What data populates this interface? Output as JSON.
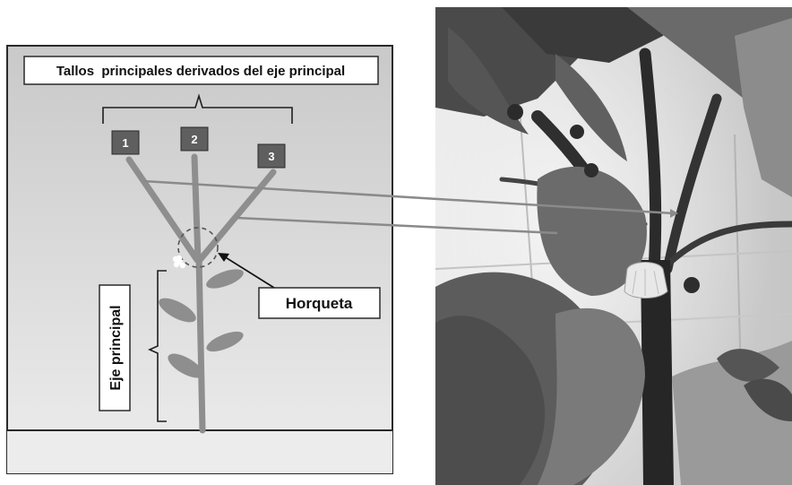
{
  "diagram": {
    "title": "Tallos  principales derivados del eje principal",
    "stem_numbers": [
      "1",
      "2",
      "3"
    ],
    "fork_label": "Horqueta",
    "axis_label": "Eje principal"
  },
  "photo": {
    "subject": "pepper-plant-photo"
  }
}
